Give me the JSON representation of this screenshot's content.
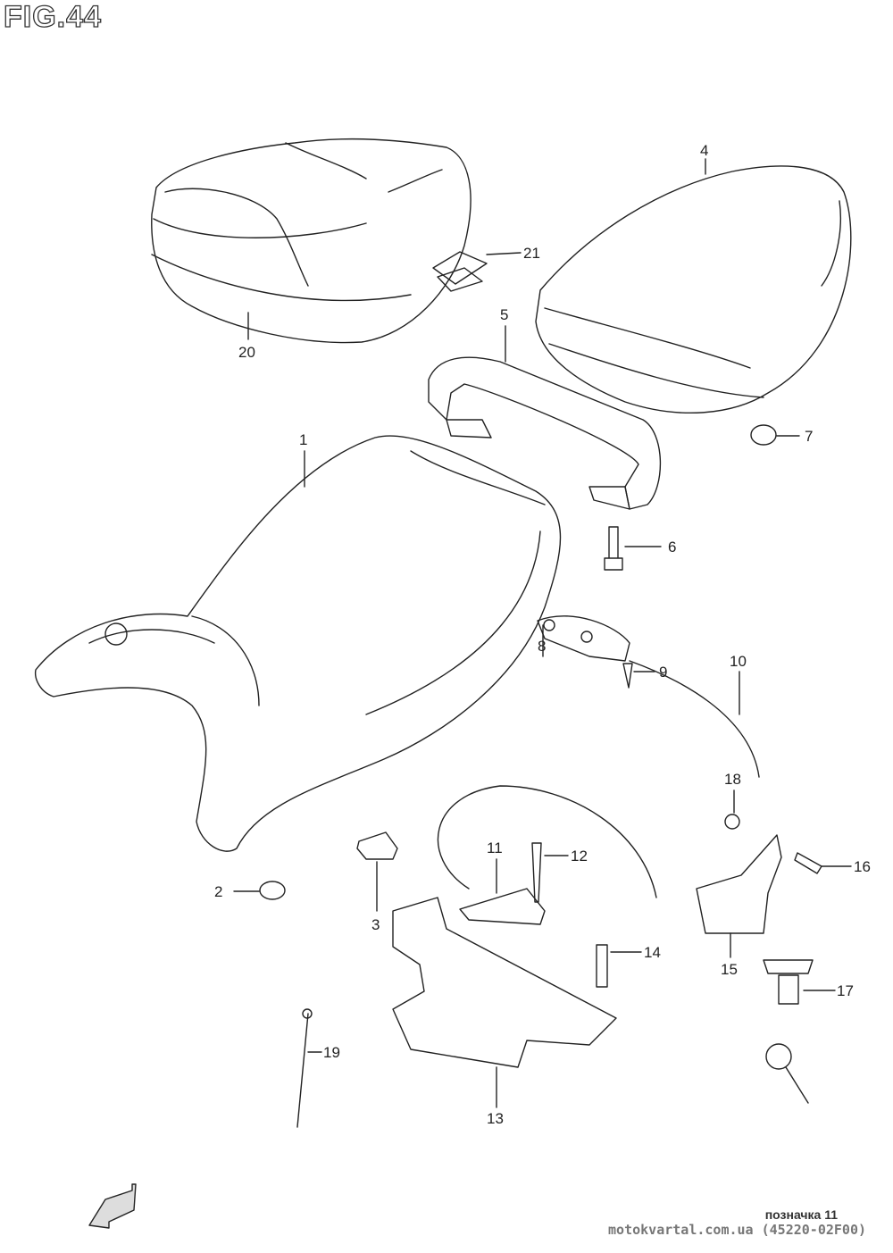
{
  "figure_title": "FIG.44",
  "logo_text": "FWD",
  "callouts": [
    "1",
    "2",
    "3",
    "4",
    "5",
    "6",
    "7",
    "8",
    "9",
    "10",
    "11",
    "12",
    "13",
    "14",
    "15",
    "16",
    "17",
    "18",
    "19",
    "20",
    "21"
  ],
  "footer": {
    "label": "позначка 11",
    "source": "motokvartal.com.ua (45220-02F00)"
  }
}
